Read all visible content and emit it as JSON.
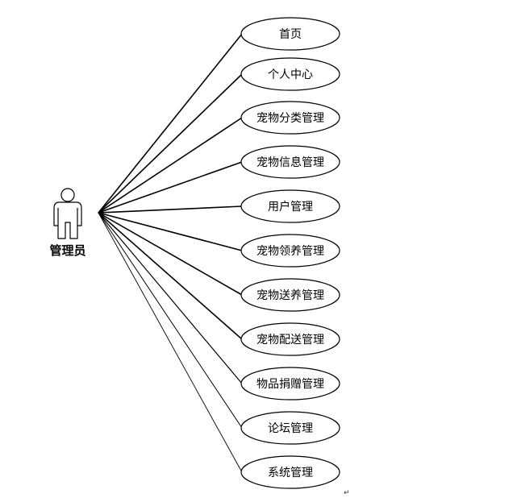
{
  "actor": {
    "label": "管理员",
    "icon": "user-actor-icon"
  },
  "use_cases": [
    {
      "id": "home",
      "label": "首页"
    },
    {
      "id": "personal-center",
      "label": "个人中心"
    },
    {
      "id": "pet-category-management",
      "label": "宠物分类管理"
    },
    {
      "id": "pet-info-management",
      "label": "宠物信息管理"
    },
    {
      "id": "user-management",
      "label": "用户管理"
    },
    {
      "id": "pet-adoption-management",
      "label": "宠物领养管理"
    },
    {
      "id": "pet-fostering-management",
      "label": "宠物送养管理"
    },
    {
      "id": "pet-delivery-management",
      "label": "宠物配送管理"
    },
    {
      "id": "donation-management",
      "label": "物品捐赠管理"
    },
    {
      "id": "forum-management",
      "label": "论坛管理"
    },
    {
      "id": "system-management",
      "label": "系统管理"
    }
  ],
  "trailing_mark": "↵",
  "colors": {
    "line": "#000000",
    "ellipse_fill": "#ffffff",
    "ellipse_stroke": "#000000",
    "text": "#000000"
  }
}
